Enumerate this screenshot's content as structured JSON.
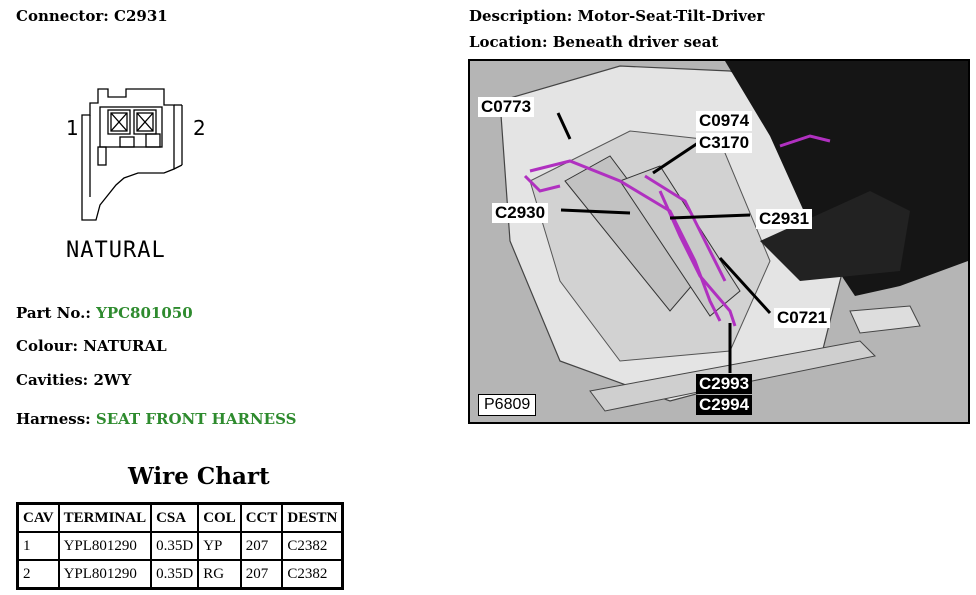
{
  "header": {
    "connector_label": "Connector:",
    "connector_value": "C2931",
    "description_label": "Description:",
    "description_value": "Motor-Seat-Tilt-Driver",
    "location_label": "Location:",
    "location_value": "Beneath driver seat"
  },
  "drawing": {
    "pin_left": "1",
    "pin_right": "2",
    "caption": "NATURAL"
  },
  "details": {
    "part_label": "Part No.:",
    "part_value": "YPC801050",
    "colour_label": "Colour:",
    "colour_value": "NATURAL",
    "cavities_label": "Cavities:",
    "cavities_value": "2WY",
    "harness_label": "Harness:",
    "harness_value": "SEAT FRONT HARNESS",
    "link_color": "#2e8b2e"
  },
  "wire_chart": {
    "title": "Wire Chart",
    "headers": [
      "CAV",
      "TERMINAL",
      "CSA",
      "COL",
      "CCT",
      "DESTN"
    ],
    "rows": [
      [
        "1",
        "YPL801290",
        "0.35D",
        "YP",
        "207",
        "C2382"
      ],
      [
        "2",
        "YPL801290",
        "0.35D",
        "RG",
        "207",
        "C2382"
      ]
    ]
  },
  "location_photo": {
    "figure_code": "P6809",
    "callouts": [
      "C0773",
      "C0974",
      "C3170",
      "C2930",
      "C2931",
      "C0721",
      "C2993",
      "C2994"
    ],
    "harness_highlight_color": "#b030c0"
  }
}
